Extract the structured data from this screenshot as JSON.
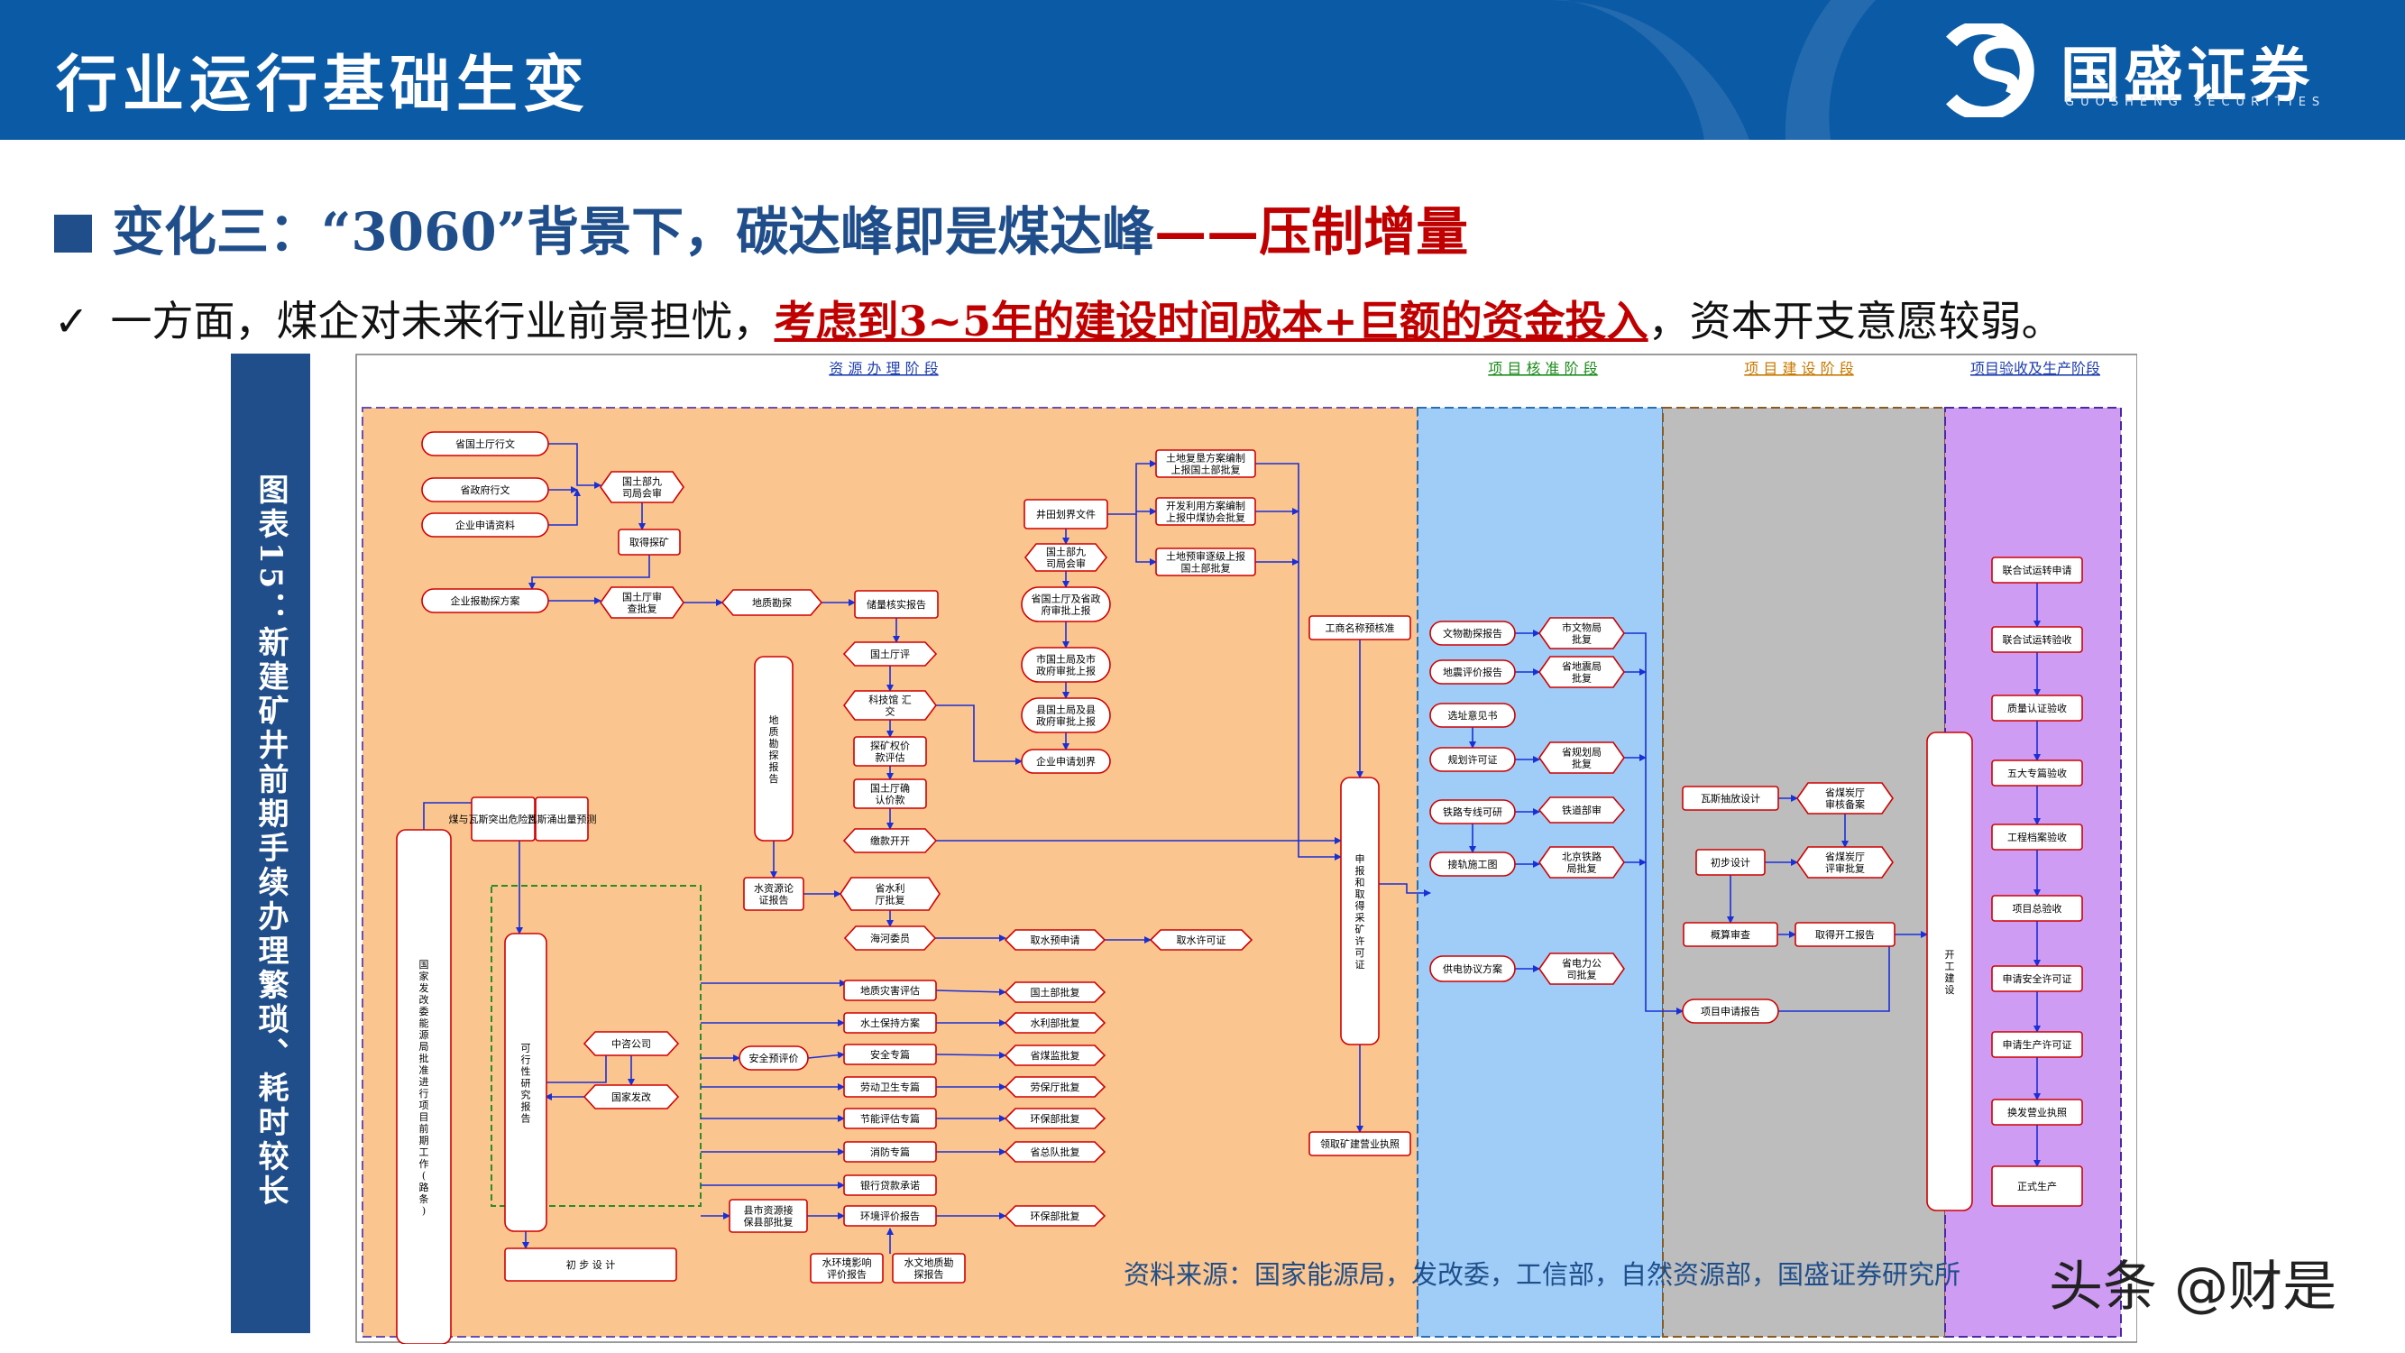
{
  "header": {
    "title": "行业运行基础生变",
    "brand": {
      "name": "国盛证券",
      "english": "GUOSHENG SECURITIES"
    }
  },
  "subtitle": {
    "prefix": "变化三：“3060”背景下，碳达峰即是煤达峰",
    "highlight": "——压制增量"
  },
  "bullet": {
    "mark": "✓",
    "before": "一方面，煤企对未来行业前景担忧，",
    "highlight": "考虑到3~5年的建设时间成本+巨额的资金投入",
    "after": "，资本开支意愿较弱。"
  },
  "figure_label": "图表15：新建矿井前期手续办理繁琐、耗时较长",
  "source": "资料来源：国家能源局，发改委，工信部，自然资源部，国盛证券研究所",
  "watermark": "头条 @财是",
  "colors": {
    "header_blue": "#0b5aa6",
    "accent_red": "#c00000",
    "stage1_bg": "#fbc58f",
    "stage2_bg": "#9fcdf8",
    "stage3_bg": "#bdbdbd",
    "stage4_bg": "#cf9cf4",
    "node_border": "#d00000"
  },
  "stages": [
    {
      "id": "s1",
      "title": "资 源 办 理 阶 段",
      "color": "#1f3faf"
    },
    {
      "id": "s2",
      "title": "项 目 核 准 阶 段",
      "color": "#1a8c1a"
    },
    {
      "id": "s3",
      "title": "项 目 建 设 阶 段",
      "color": "#c87800"
    },
    {
      "id": "s4",
      "title": "项目验收及生产阶段",
      "color": "#1f3faf"
    }
  ],
  "nodes": [
    {
      "id": "n1",
      "label": "省国土厅行文"
    },
    {
      "id": "n2",
      "label": "省政府行文"
    },
    {
      "id": "n3",
      "label": "企业申请资料"
    },
    {
      "id": "n4",
      "label": "国土部九\n司局会审"
    },
    {
      "id": "n5",
      "label": "取得探矿"
    },
    {
      "id": "n6",
      "label": "企业报勘探方案"
    },
    {
      "id": "n7",
      "label": "国土厅审\n查批复"
    },
    {
      "id": "n8",
      "label": "地质勘探"
    },
    {
      "id": "n9",
      "label": "储量核实报告"
    },
    {
      "id": "n10",
      "label": "国土厅评"
    },
    {
      "id": "n11",
      "label": "科技馆 汇\n交"
    },
    {
      "id": "n12",
      "label": "探矿权价\n款评估"
    },
    {
      "id": "n13",
      "label": "国土厅确\n认价款"
    },
    {
      "id": "n14",
      "label": "缴款开开"
    },
    {
      "id": "n15",
      "label": "地质勘探报告"
    },
    {
      "id": "n16",
      "label": "井田划界文件"
    },
    {
      "id": "n17",
      "label": "国土部九\n司局会审"
    },
    {
      "id": "n18",
      "label": "省国土厅及省政\n府审批上报"
    },
    {
      "id": "n19",
      "label": "市国土局及市\n政府审批上报"
    },
    {
      "id": "n20",
      "label": "县国土局及县\n政府审批上报"
    },
    {
      "id": "n21",
      "label": "企业申请划界"
    },
    {
      "id": "n22",
      "label": "土地复垦方案编制\n上报国土部批复"
    },
    {
      "id": "n23",
      "label": "开发利用方案编制\n上报中煤协会批复"
    },
    {
      "id": "n24",
      "label": "土地预审逐级上报\n国土部批复"
    },
    {
      "id": "n25",
      "label": "工商名称预核准"
    },
    {
      "id": "n26",
      "label": "申报和取得采矿许可证"
    },
    {
      "id": "n27",
      "label": "领取矿建营业执照"
    },
    {
      "id": "n28",
      "label": "国家发改委能源局批准进行项目前期工作(路条)"
    },
    {
      "id": "n29",
      "label": "煤与瓦斯突出危险性评估"
    },
    {
      "id": "n30",
      "label": "瓦斯涌出量预测"
    },
    {
      "id": "n31",
      "label": "可行性研究报告"
    },
    {
      "id": "n32",
      "label": "中咨公司"
    },
    {
      "id": "n33",
      "label": "国家发改"
    },
    {
      "id": "n34",
      "label": "初 步 设 计"
    },
    {
      "id": "n35",
      "label": "水资源论\n证报告"
    },
    {
      "id": "n36",
      "label": "省水利\n厅批复"
    },
    {
      "id": "n37",
      "label": "海河委员"
    },
    {
      "id": "n38",
      "label": "取水预申请"
    },
    {
      "id": "n39",
      "label": "取水许可证"
    },
    {
      "id": "n40",
      "label": "地质灾害评估"
    },
    {
      "id": "n41",
      "label": "国土部批复"
    },
    {
      "id": "n42",
      "label": "水土保持方案"
    },
    {
      "id": "n43",
      "label": "水利部批复"
    },
    {
      "id": "n44",
      "label": "安全预评价"
    },
    {
      "id": "n45",
      "label": "安全专篇"
    },
    {
      "id": "n46",
      "label": "省煤监批复"
    },
    {
      "id": "n47",
      "label": "劳动卫生专篇"
    },
    {
      "id": "n48",
      "label": "劳保厅批复"
    },
    {
      "id": "n49",
      "label": "节能评估专篇"
    },
    {
      "id": "n50",
      "label": "环保部批复"
    },
    {
      "id": "n51",
      "label": "消防专篇"
    },
    {
      "id": "n52",
      "label": "省总队批复"
    },
    {
      "id": "n53",
      "label": "银行贷款承诺"
    },
    {
      "id": "n54",
      "label": "县市资源接\n保县部批复"
    },
    {
      "id": "n55",
      "label": "环境评价报告"
    },
    {
      "id": "n56",
      "label": "环保部批复"
    },
    {
      "id": "n57",
      "label": "水环境影响\n评价报告"
    },
    {
      "id": "n58",
      "label": "水文地质勘\n探报告"
    },
    {
      "id": "n59",
      "label": "文物勘探报告"
    },
    {
      "id": "n60",
      "label": "市文物局\n批复"
    },
    {
      "id": "n61",
      "label": "地震评价报告"
    },
    {
      "id": "n62",
      "label": "省地震局\n批复"
    },
    {
      "id": "n63",
      "label": "选址意见书"
    },
    {
      "id": "n64",
      "label": "规划许可证"
    },
    {
      "id": "n65",
      "label": "省规划局\n批复"
    },
    {
      "id": "n66",
      "label": "铁路专线可研"
    },
    {
      "id": "n67",
      "label": "铁道部审"
    },
    {
      "id": "n68",
      "label": "接轨施工图"
    },
    {
      "id": "n69",
      "label": "北京铁路\n局批复"
    },
    {
      "id": "n70",
      "label": "供电协议方案"
    },
    {
      "id": "n71",
      "label": "省电力公\n司批复"
    },
    {
      "id": "n72",
      "label": "瓦斯抽放设计"
    },
    {
      "id": "n73",
      "label": "省煤炭厅\n审核备案"
    },
    {
      "id": "n74",
      "label": "初步设计"
    },
    {
      "id": "n75",
      "label": "省煤炭厅\n评审批复"
    },
    {
      "id": "n76",
      "label": "概算审查"
    },
    {
      "id": "n77",
      "label": "取得开工报告"
    },
    {
      "id": "n78",
      "label": "项目申请报告"
    },
    {
      "id": "n79",
      "label": "开工建设"
    },
    {
      "id": "n80",
      "label": "联合试运转申请"
    },
    {
      "id": "n81",
      "label": "联合试运转验收"
    },
    {
      "id": "n82",
      "label": "质量认证验收"
    },
    {
      "id": "n83",
      "label": "五大专篇验收"
    },
    {
      "id": "n84",
      "label": "工程档案验收"
    },
    {
      "id": "n85",
      "label": "项目总验收"
    },
    {
      "id": "n86",
      "label": "申请安全许可证"
    },
    {
      "id": "n87",
      "label": "申请生产许可证"
    },
    {
      "id": "n88",
      "label": "换发营业执照"
    },
    {
      "id": "n89",
      "label": "正式生产"
    }
  ]
}
